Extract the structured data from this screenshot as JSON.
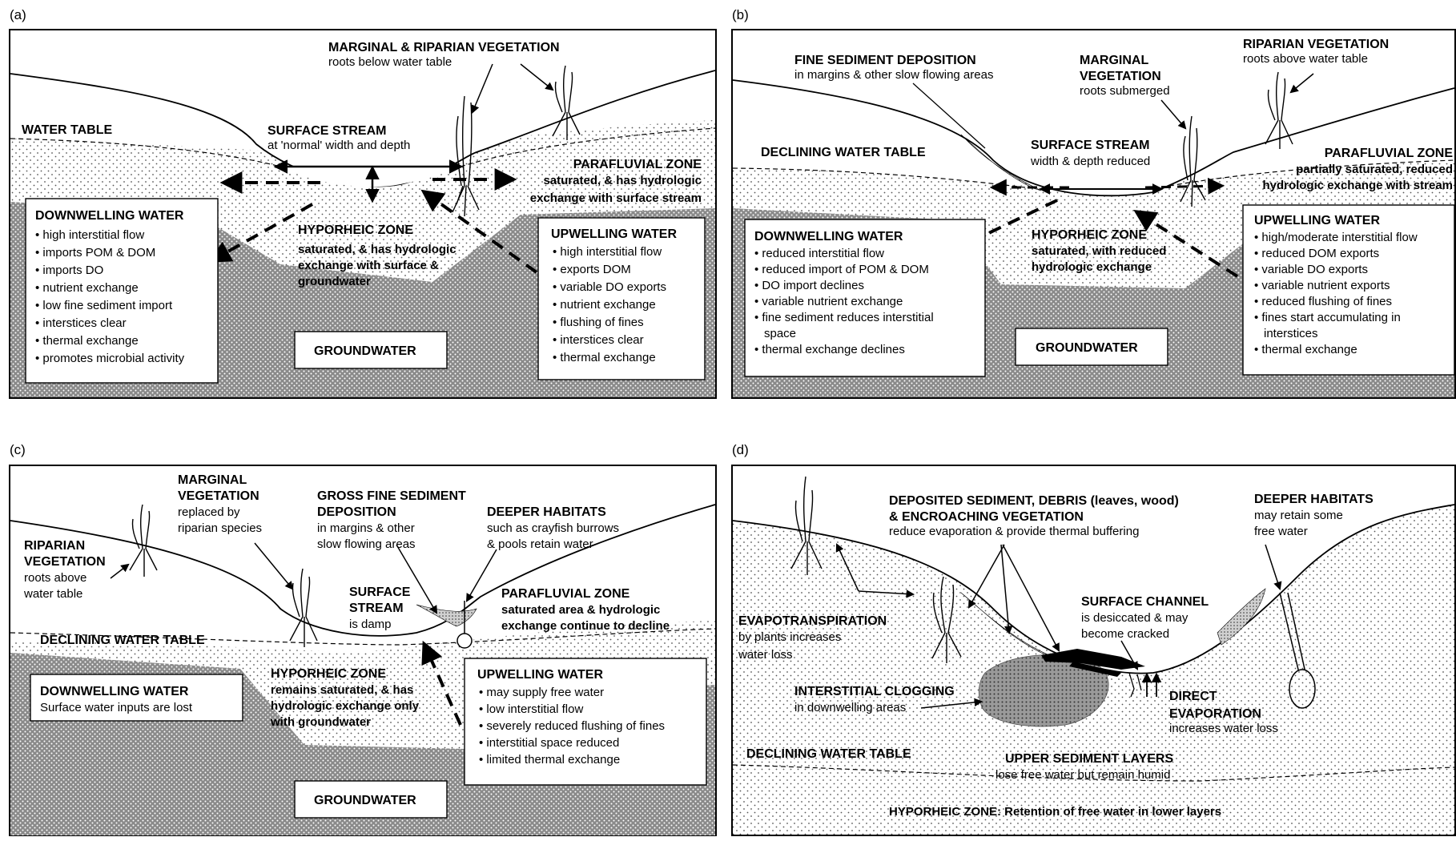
{
  "panel_a": {
    "label": "(a)",
    "marginal_riparian": {
      "title": "MARGINAL & RIPARIAN VEGETATION",
      "sub": "roots below water table"
    },
    "water_table": "WATER TABLE",
    "surface_stream": {
      "title": "SURFACE STREAM",
      "sub": "at 'normal' width and depth"
    },
    "parafluvial": {
      "title": "PARAFLUVIAL ZONE",
      "line1": "saturated, & has hydrologic",
      "line2": "exchange with surface stream"
    },
    "hyporheic": {
      "title": "HYPORHEIC ZONE",
      "line1": "saturated, & has hydrologic",
      "line2": "exchange with surface &",
      "line3": "groundwater"
    },
    "groundwater": "GROUNDWATER",
    "downwelling": {
      "title": "DOWNWELLING WATER",
      "items": [
        "high interstitial flow",
        "imports POM & DOM",
        "imports DO",
        "nutrient exchange",
        "low fine sediment import",
        "interstices clear",
        "thermal exchange",
        "promotes microbial activity"
      ]
    },
    "upwelling": {
      "title": "UPWELLING WATER",
      "items": [
        "high interstitial flow",
        "exports DOM",
        "variable DO exports",
        "nutrient exchange",
        "flushing of fines",
        "interstices clear",
        "thermal exchange"
      ]
    }
  },
  "panel_b": {
    "label": "(b)",
    "fine_sediment": {
      "title": "FINE SEDIMENT DEPOSITION",
      "sub": "in margins & other slow flowing areas"
    },
    "marginal": {
      "line1": "MARGINAL",
      "line2": "VEGETATION",
      "sub": "roots submerged"
    },
    "riparian": {
      "title": "RIPARIAN VEGETATION",
      "sub": "roots above water table"
    },
    "water_table": "DECLINING WATER TABLE",
    "surface_stream": {
      "title": "SURFACE STREAM",
      "sub": "width & depth reduced"
    },
    "parafluvial": {
      "title": "PARAFLUVIAL ZONE",
      "line1": "partially saturated, reduced",
      "line2": "hydrologic exchange with stream"
    },
    "hyporheic": {
      "title": "HYPORHEIC ZONE",
      "line1": "saturated, with reduced",
      "line2": "hydrologic exchange"
    },
    "groundwater": "GROUNDWATER",
    "downwelling": {
      "title": "DOWNWELLING WATER",
      "items": [
        "reduced interstitial flow",
        "reduced import of POM & DOM",
        "DO import declines",
        "variable nutrient exchange",
        "fine sediment reduces interstitial",
        "thermal exchange declines"
      ],
      "item5_cont": "space"
    },
    "upwelling": {
      "title": "UPWELLING WATER",
      "items": [
        "high/moderate interstitial flow",
        "reduced DOM exports",
        "variable DO exports",
        "variable nutrient exports",
        "reduced flushing of fines",
        "fines start accumulating in",
        "thermal exchange"
      ],
      "item6_cont": "interstices"
    }
  },
  "panel_c": {
    "label": "(c)",
    "marginal": {
      "line1": "MARGINAL",
      "line2": "VEGETATION",
      "sub1": "replaced by",
      "sub2": "riparian species"
    },
    "gross_sediment": {
      "line1": "GROSS FINE SEDIMENT",
      "line2": "DEPOSITION",
      "sub1": "in margins & other",
      "sub2": "slow flowing areas"
    },
    "deeper": {
      "title": "DEEPER HABITATS",
      "sub1": "such as crayfish burrows",
      "sub2": "& pools retain water"
    },
    "riparian": {
      "line1": "RIPARIAN",
      "line2": "VEGETATION",
      "sub1": "roots above",
      "sub2": "water table"
    },
    "surface_stream": {
      "line1": "SURFACE",
      "line2": "STREAM",
      "sub": "is damp"
    },
    "parafluvial": {
      "title": "PARAFLUVIAL ZONE",
      "line1": "saturated area & hydrologic",
      "line2": "exchange continue to decline"
    },
    "water_table": "DECLINING WATER TABLE",
    "hyporheic": {
      "title": "HYPORHEIC ZONE",
      "line1": "remains saturated, & has",
      "line2": "hydrologic exchange only",
      "line3": "with groundwater"
    },
    "downwelling": {
      "title": "DOWNWELLING WATER",
      "sub": "Surface water inputs are lost"
    },
    "upwelling": {
      "title": "UPWELLING WATER",
      "items": [
        "may supply free water",
        "low interstitial flow",
        "severely reduced flushing of fines",
        "interstitial space reduced",
        "limited thermal exchange"
      ]
    },
    "groundwater": "GROUNDWATER"
  },
  "panel_d": {
    "label": "(d)",
    "deposited": {
      "line1": "DEPOSITED SEDIMENT, DEBRIS (leaves, wood)",
      "line2": "& ENCROACHING VEGETATION",
      "sub": "reduce evaporation & provide thermal buffering"
    },
    "deeper": {
      "title": "DEEPER HABITATS",
      "sub1": "may retain some",
      "sub2": "free water"
    },
    "surface_channel": {
      "title": "SURFACE CHANNEL",
      "sub1": "is desiccated & may",
      "sub2": "become cracked"
    },
    "evapotranspiration": {
      "title": "EVAPOTRANSPIRATION",
      "sub1": "by plants increases",
      "sub2": "water loss"
    },
    "clogging": {
      "title": "INTERSTITIAL CLOGGING",
      "sub": "in downwelling areas"
    },
    "direct_evap": {
      "line1": "DIRECT",
      "line2": "EVAPORATION",
      "sub": "increases water loss"
    },
    "water_table": "DECLINING WATER TABLE",
    "upper_layers": {
      "title": "UPPER SEDIMENT LAYERS",
      "sub": "lose free water but remain humid"
    },
    "hyporheic": "HYPORHEIC ZONE: Retention of free water in lower layers"
  },
  "colors": {
    "ink": "#000000",
    "paper": "#ffffff",
    "groundwater_fill": "#8a8a8a",
    "stipple": "#555555"
  }
}
